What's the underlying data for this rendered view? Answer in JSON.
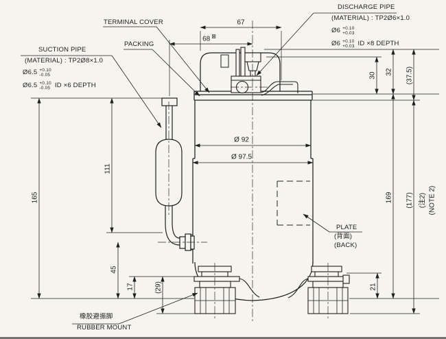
{
  "colors": {
    "line": "#1f1f1f",
    "bg": "#f5f4ef",
    "scan_edge": "#4a4a46"
  },
  "labels": {
    "suction_pipe": {
      "title": "SUCTION PIPE",
      "material": "(MATERIAL) : TP2Ø8×1.0",
      "dia1": "Ø6.5",
      "dia1_tol_top": "+0.10",
      "dia1_tol_bot": "-0.05",
      "dia2": "Ø6.5",
      "dia2_tol_top": "+0.10",
      "dia2_tol_bot": "-0.05",
      "dia2_suffix": "ID ×6 DEPTH"
    },
    "discharge_pipe": {
      "title": "DISCHARGE PIPE",
      "material": "(MATERIAL) : TP2Ø6×1.0",
      "dia1": "Ø6",
      "dia1_tol_top": "+0.10",
      "dia1_tol_bot": "+0.03",
      "dia2": "Ø6",
      "dia2_tol_top": "+0.10",
      "dia2_tol_bot": "+0.03",
      "dia2_suffix": "ID ×8 DEPTH"
    },
    "terminal_cover": "TERMINAL COVER",
    "packing": "PACKING",
    "plate": {
      "title": "PLATE",
      "back_cn": "(背面)",
      "back_en": "(BACK)"
    },
    "rubber_mount": {
      "cn": "橡胶避振脚",
      "en": "RUBBER MOUNT"
    }
  },
  "dimensions": {
    "width_67": "67",
    "width_68": "68",
    "boxed_symbol": "⊠",
    "dia_upper": "Ø 92",
    "dia_lower": "Ø 97.5",
    "protrude_30": "30",
    "protrude_32": "32",
    "protrude_37_5": "(37.5)",
    "height_169": "169",
    "height_177": "(177)",
    "note2_cn": "(注2)",
    "note2_en": "(NOTE 2)",
    "height_165": "165",
    "height_111": "111",
    "height_45": "45",
    "height_17": "17",
    "height_29": "(29)",
    "mount_21": "21"
  }
}
